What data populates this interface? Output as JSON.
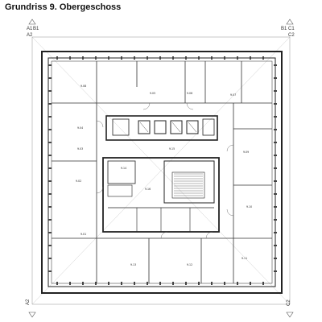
{
  "title": "Grundriss 9. Obergeschoss",
  "axes": {
    "top_left": [
      "A1",
      "B1"
    ],
    "top_left_below": "A2",
    "top_right": [
      "B1",
      "C1"
    ],
    "top_right_below": "C2",
    "bottom_left": "A2",
    "bottom_right": "C2"
  },
  "room_labels": [
    "9.05",
    "9.06",
    "9.07",
    "9.08",
    "9.04",
    "9.03",
    "9.02",
    "9.01",
    "9.13",
    "9.12",
    "9.11",
    "9.10",
    "9.09",
    "9.14",
    "9.15",
    "9.16"
  ]
}
